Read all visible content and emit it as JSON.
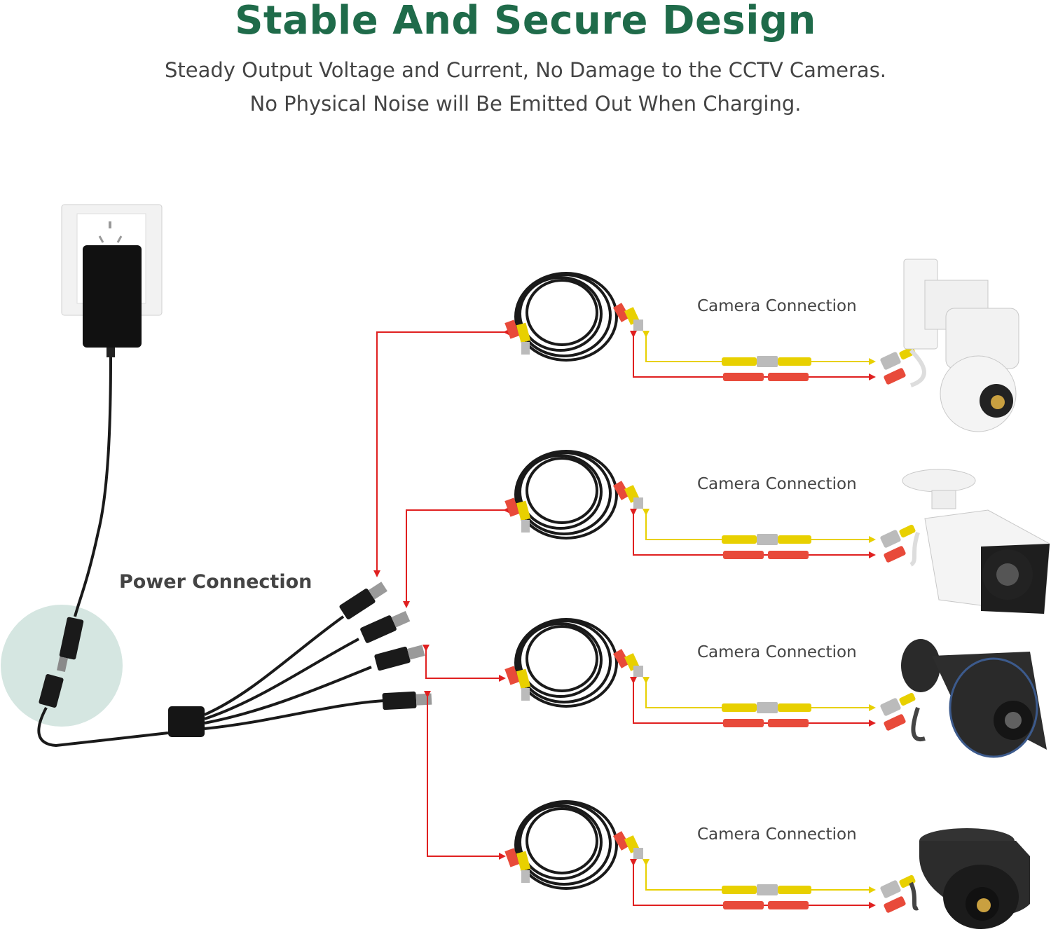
{
  "header": {
    "title": "Stable And Secure Design",
    "subtitle_line1": "Steady Output Voltage and Current, No Damage to the CCTV Cameras.",
    "subtitle_line2": "No Physical Noise will Be Emitted Out When Charging."
  },
  "labels": {
    "power": "Power Connection",
    "cameras": [
      "Camera Connection",
      "Camera Connection",
      "Camera Connection",
      "Camera Connection"
    ]
  },
  "colors": {
    "title": "#1f6b4a",
    "subtitle": "#444444",
    "label": "#444444",
    "arrow_red": "#e02020",
    "arrow_yellow": "#e8d000",
    "cable": "#1a1a1a",
    "highlight_circle": "#d5e6e1"
  },
  "icons": {
    "wall_socket": "wall-socket-icon",
    "adapter": "power-adapter-icon",
    "splitter": "power-splitter-icon",
    "cable_coil": "bnc-cable-coil-icon",
    "cameras": [
      "ptz-camera-icon",
      "bullet-camera-white-icon",
      "bullet-camera-black-icon",
      "dome-camera-icon"
    ]
  }
}
